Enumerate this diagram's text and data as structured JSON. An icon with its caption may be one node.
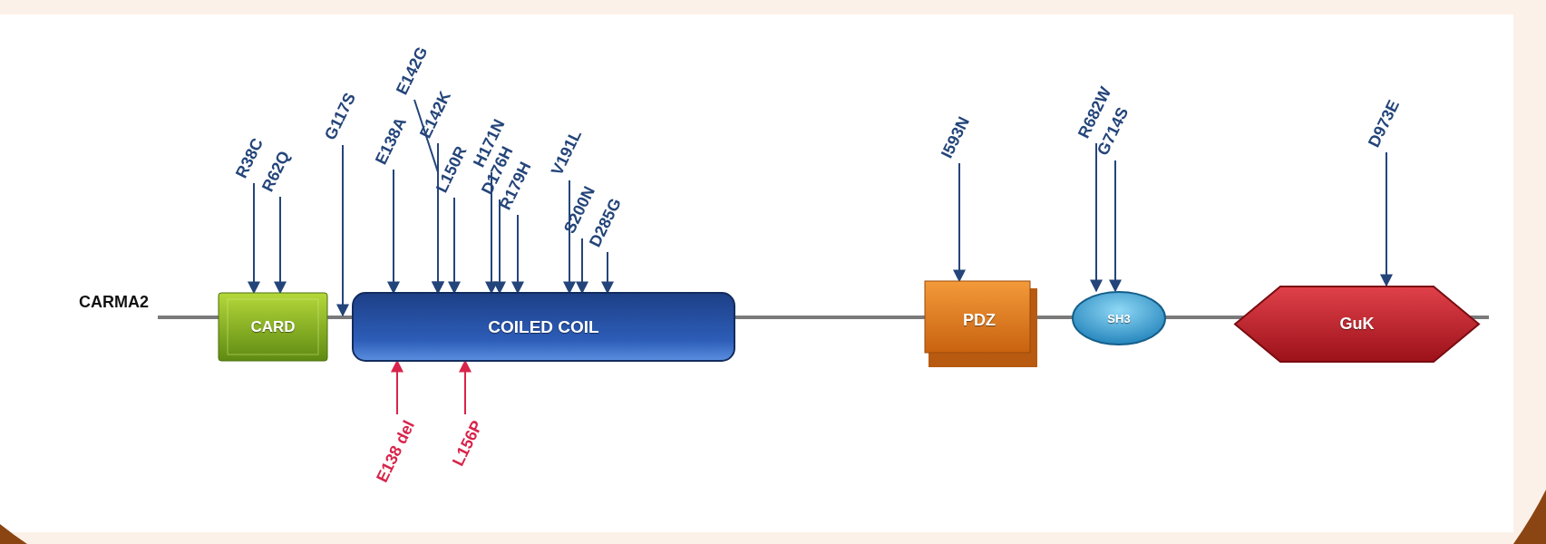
{
  "diagram": {
    "nodes": [
      {
        "text": [
          "CARD"
        ]
      },
      {
        "text": [
          "COILED COIL"
        ]
      },
      {
        "text": [
          "PDZ"
        ]
      },
      {
        "text": [
          "SH3"
        ]
      },
      {
        "text": [
          "GuK"
        ]
      },
      {
        "text": [
          "R38C"
        ]
      },
      {
        "text": [
          "R62Q"
        ]
      },
      {
        "text": [
          "G117S"
        ]
      },
      {
        "text": [
          "E138A"
        ]
      },
      {
        "text": [
          "E142G"
        ]
      },
      {
        "text": [
          "E142K"
        ]
      },
      {
        "text": [
          "L150R"
        ]
      },
      {
        "text": [
          "H171N"
        ]
      },
      {
        "text": [
          "D176H"
        ]
      },
      {
        "text": [
          "R179H"
        ]
      },
      {
        "text": [
          "V191L"
        ]
      },
      {
        "text": [
          "S200N"
        ]
      },
      {
        "text": [
          "D285G"
        ]
      },
      {
        "text": [
          "I593N"
        ]
      },
      {
        "text": [
          "R682W"
        ]
      },
      {
        "text": [
          "G714S"
        ]
      },
      {
        "text": [
          "D973E"
        ]
      },
      {
        "text": [
          "E138 del"
        ]
      },
      {
        "text": [
          "L156P"
        ]
      },
      {
        "text": [],
        "shape": "bar"
      }
    ],
    "edges": [
      {
        "from": 5,
        "to": 0,
        "arrow": "to"
      },
      {
        "from": 6,
        "to": 0,
        "arrow": "to"
      },
      {
        "from": 7,
        "to": 24,
        "arrow": "to"
      },
      {
        "from": 8,
        "to": 1,
        "arrow": "to"
      },
      {
        "from": 9,
        "to": 1,
        "arrow": "to"
      },
      {
        "from": 10,
        "to": 1,
        "arrow": "to"
      },
      {
        "from": 11,
        "to": 1,
        "arrow": "to"
      },
      {
        "from": 12,
        "to": 1,
        "arrow": "to"
      },
      {
        "from": 13,
        "to": 1,
        "arrow": "to"
      },
      {
        "from": 14,
        "to": 1,
        "arrow": "to"
      },
      {
        "from": 15,
        "to": 1,
        "arrow": "to"
      },
      {
        "from": 16,
        "to": 1,
        "arrow": "to"
      },
      {
        "from": 17,
        "to": 1,
        "arrow": "to"
      },
      {
        "from": 18,
        "to": 2,
        "arrow": "to"
      },
      {
        "from": 19,
        "to": 3,
        "arrow": "to"
      },
      {
        "from": 20,
        "to": 3,
        "arrow": "to"
      },
      {
        "from": 21,
        "to": 4,
        "arrow": "to"
      },
      {
        "from": 22,
        "to": 1,
        "arrow": "to",
        "color": "#d8244a"
      },
      {
        "from": 23,
        "to": 1,
        "arrow": "to",
        "color": "#d8244a"
      }
    ],
    "labels": [
      "CARMA2"
    ]
  }
}
